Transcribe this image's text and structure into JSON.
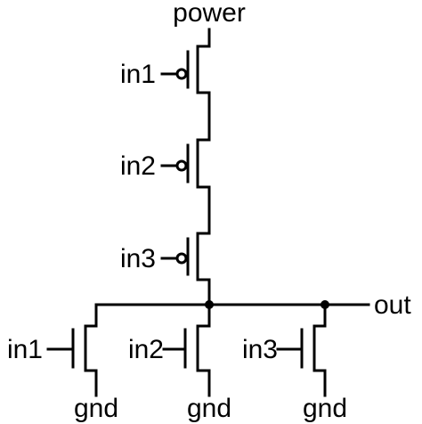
{
  "labels": {
    "power": "power",
    "out": "out",
    "pmos_inputs": [
      "in1",
      "in2",
      "in3"
    ],
    "nmos_inputs": [
      "in1",
      "in2",
      "in3"
    ],
    "ground": "gnd"
  },
  "colors": {
    "line": "#000000",
    "background": "#ffffff"
  }
}
